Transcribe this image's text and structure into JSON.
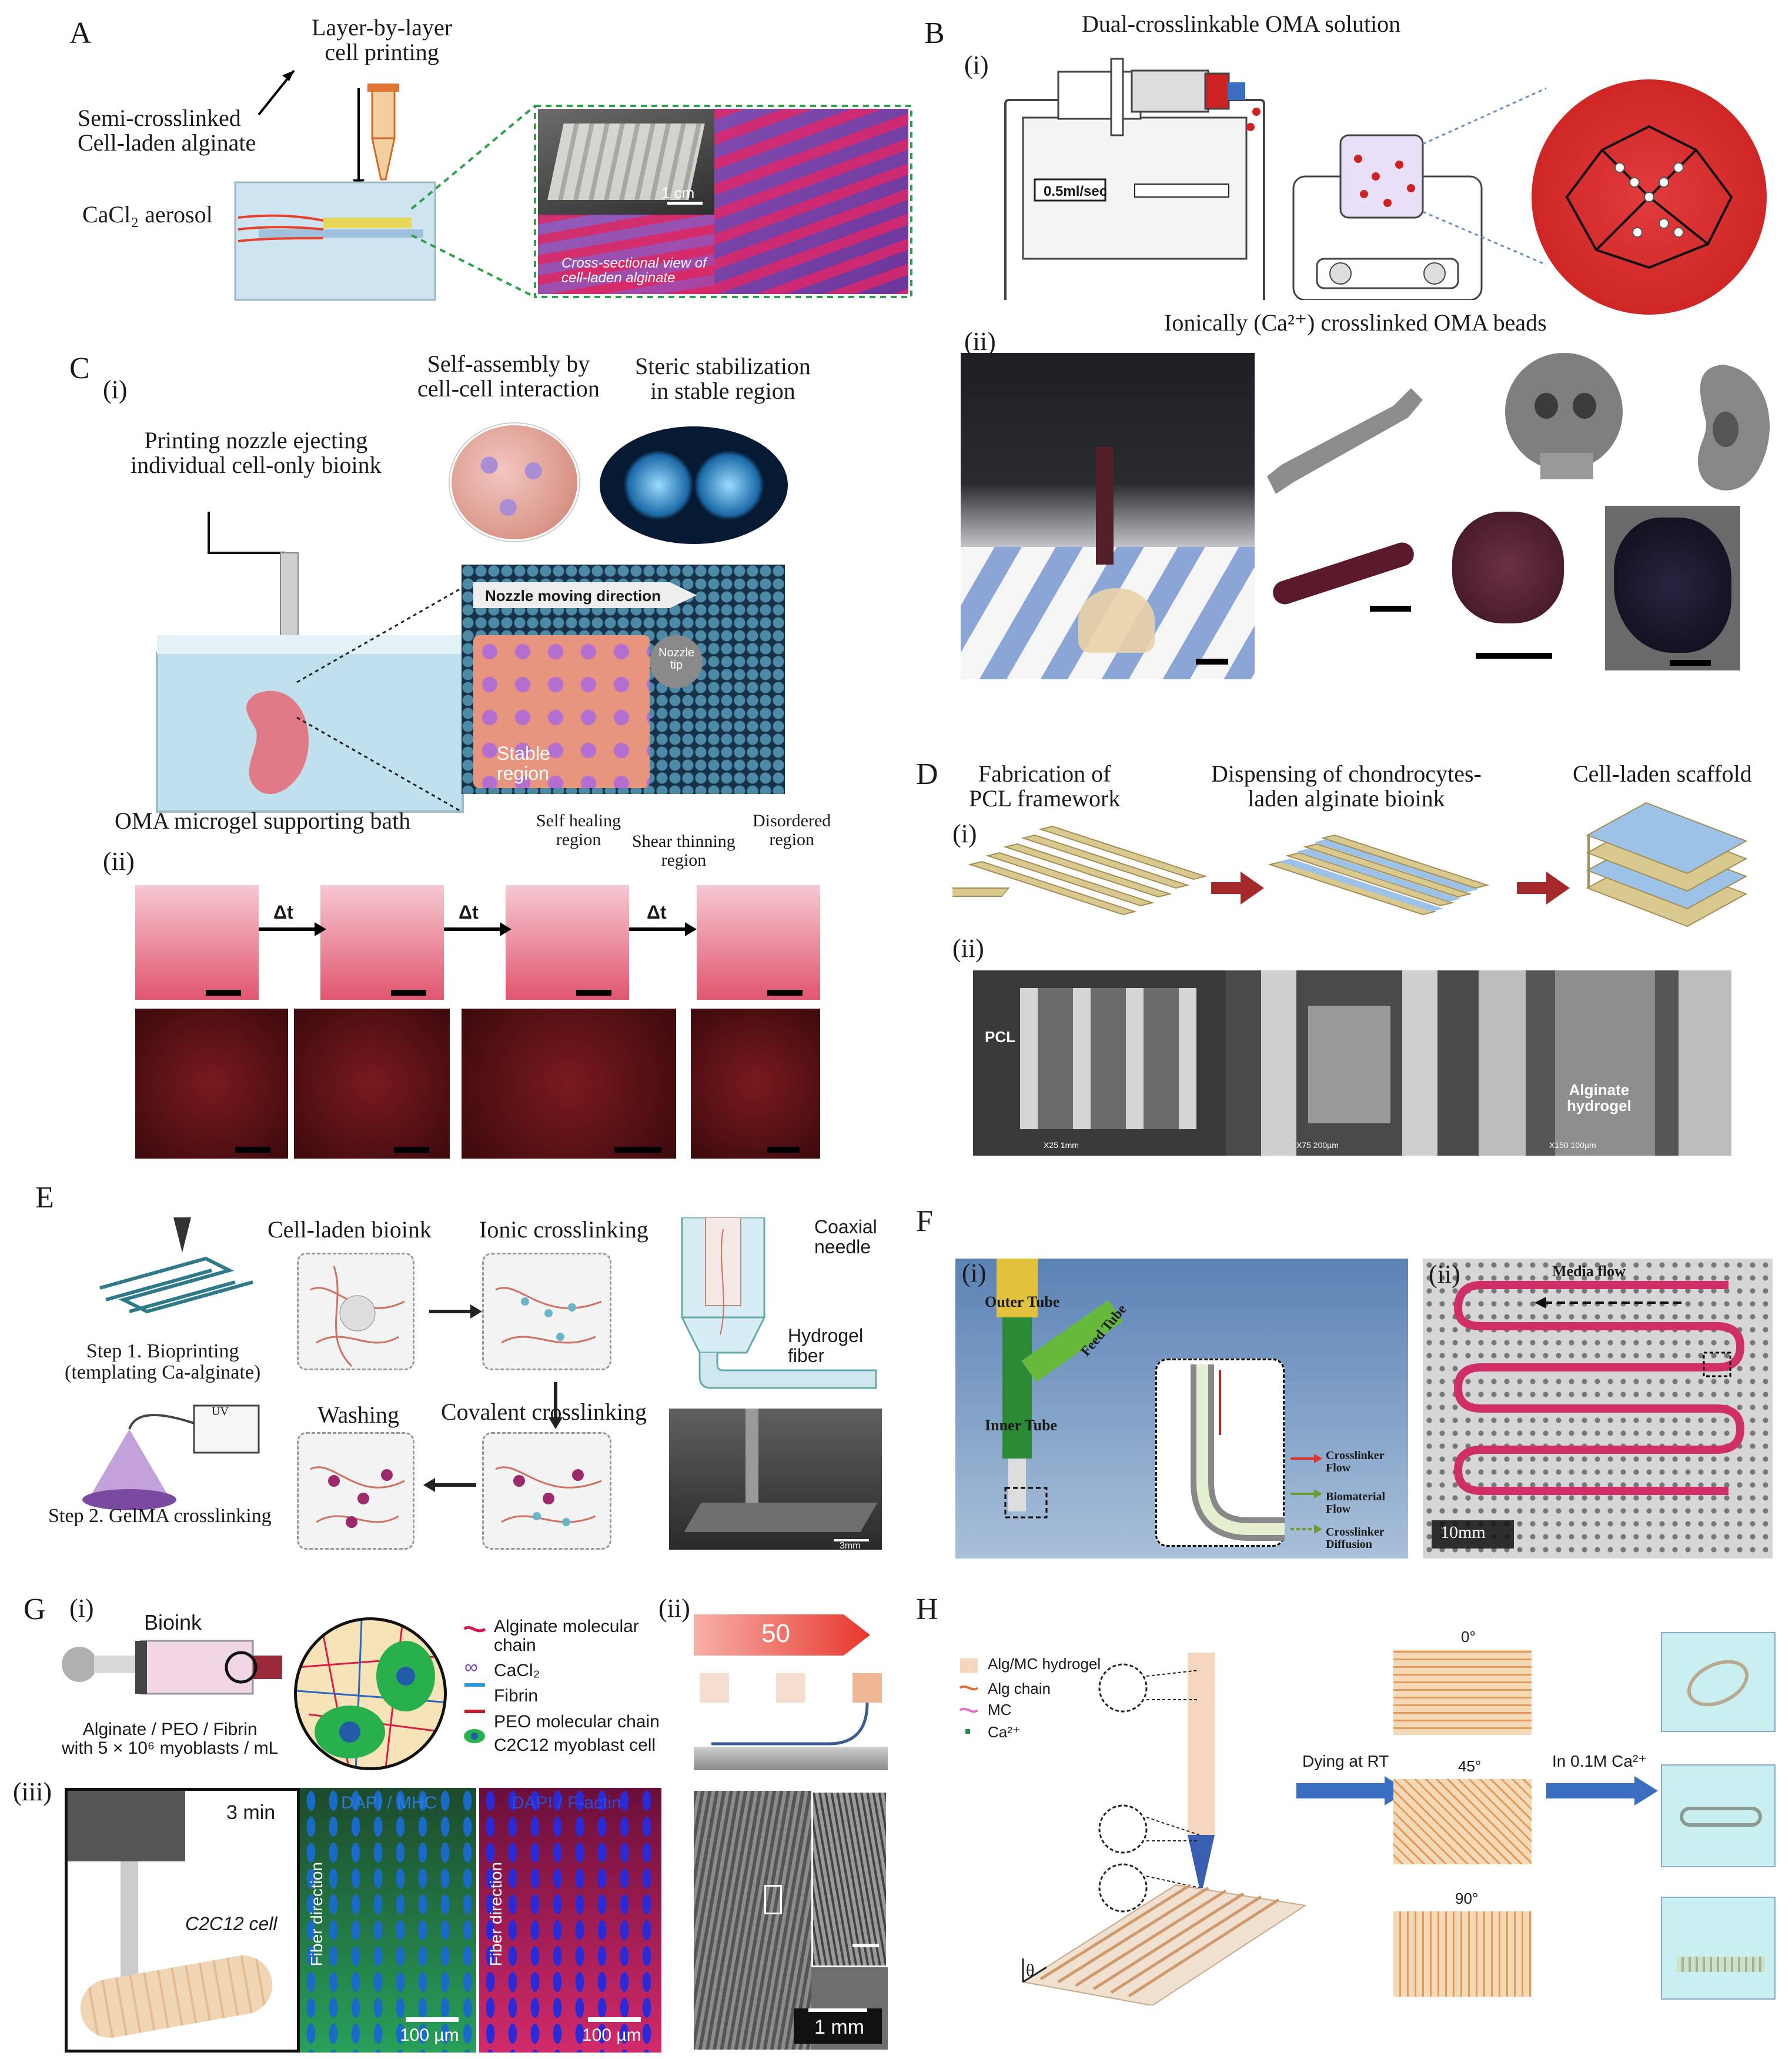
{
  "panels": {
    "A": {
      "letter": "A",
      "layer_label": "Layer-by-layer\ncell printing",
      "semi_label": "Semi-crosslinked\nCell-laden alginate",
      "cacl2_label": "CaCl₂ aerosol",
      "scale_label": "1 cm",
      "cross_label": "Cross-sectional view of\ncell-laden alginate"
    },
    "B": {
      "letter": "B",
      "sub_i": "(i)",
      "sub_ii": "(ii)",
      "solution_label": "Dual-crosslinkable OMA solution",
      "pump_display": "0.5ml/sec",
      "beads_label": "Ionically (Ca²⁺) crosslinked OMA beads"
    },
    "C": {
      "letter": "C",
      "sub_i": "(i)",
      "sub_ii": "(ii)",
      "self_assembly": "Self-assembly by\ncell-cell interaction",
      "steric": "Steric stabilization\nin stable region",
      "nozzle_label": "Printing nozzle ejecting\nindividual cell-only bioink",
      "bath_label": "OMA microgel supporting bath",
      "direction_label": "Nozzle moving direction",
      "nozzle_tip": "Nozzle\ntip",
      "stable_region": "Stable\nregion",
      "self_healing": "Self healing\nregion",
      "shear_thinning": "Shear thinning\nregion",
      "disordered": "Disordered\nregion",
      "delta": "Δt"
    },
    "D": {
      "letter": "D",
      "sub_i": "(i)",
      "sub_ii": "(ii)",
      "step1": "Fabrication of\nPCL framework",
      "step2": "Dispensing of chondrocytes-\nladen alginate bioink",
      "step3": "Cell-laden scaffold",
      "pcl_label": "PCL",
      "alginate_label": "Alginate\nhydrogel",
      "sem1": "X25   1mm",
      "sem2": "X75   200µm",
      "sem3": "X150   100µm"
    },
    "E": {
      "letter": "E",
      "step1": "Step 1. Bioprinting\n(templating Ca-alginate)",
      "step2": "Step 2. GelMA crosslinking",
      "uv": "UV",
      "bioink": "Cell-laden bioink",
      "ionic": "Ionic crosslinking",
      "washing": "Washing",
      "covalent": "Covalent crosslinking",
      "coaxial": "Coaxial\nneedle",
      "hydrogel_fiber": "Hydrogel\nfiber",
      "scale": "3mm"
    },
    "F": {
      "letter": "F",
      "sub_i": "(i)",
      "sub_ii": "(ii)",
      "outer_tube": "Outer Tube",
      "feed_tube": "Feed Tube",
      "inner_tube": "Inner Tube",
      "legend": [
        "Crosslinker\nFlow",
        "Biomaterial\nFlow",
        "Crosslinker\nDiffusion"
      ],
      "media_flow": "Media flow",
      "scale": "10mm"
    },
    "G": {
      "letter": "G",
      "sub_i": "(i)",
      "sub_ii": "(ii)",
      "sub_iii": "(iii)",
      "bioink": "Bioink",
      "composition": "Alginate / PEO / Fibrin\nwith 5 × 10⁶ myoblasts / mL",
      "legend": [
        "Alginate molecular\nchain",
        "CaCl₂",
        "Fibrin",
        "PEO molecular chain",
        "C2C12 myoblast cell"
      ],
      "speed": "50",
      "time": "3 min",
      "cell": "C2C12 cell",
      "dapi_mhc": "DAPI / MHC",
      "dapi_actin": "DAPI / F-actin",
      "fiber_direction": "Fiber direction",
      "scale_100a": "100 µm",
      "scale_100b": "100 µm",
      "scale_1mm": "1 mm"
    },
    "H": {
      "letter": "H",
      "legend": [
        "Alg/MC hydrogel",
        "Alg chain",
        "MC",
        "Ca²⁺"
      ],
      "angle_symbol": "θ",
      "drying": "Dying at RT",
      "ca_bath": "In 0.1M Ca²⁺",
      "angles": [
        "0°",
        "45°",
        "90°"
      ]
    }
  },
  "colors": {
    "alginate_red": "#b0202a",
    "bath_blue": "#bfe0ec",
    "pcl_tan": "#d9c98e",
    "arrow_red": "#a5282a",
    "arrow_blue": "#3a6ec0",
    "pink_gel": "#e07a86"
  }
}
